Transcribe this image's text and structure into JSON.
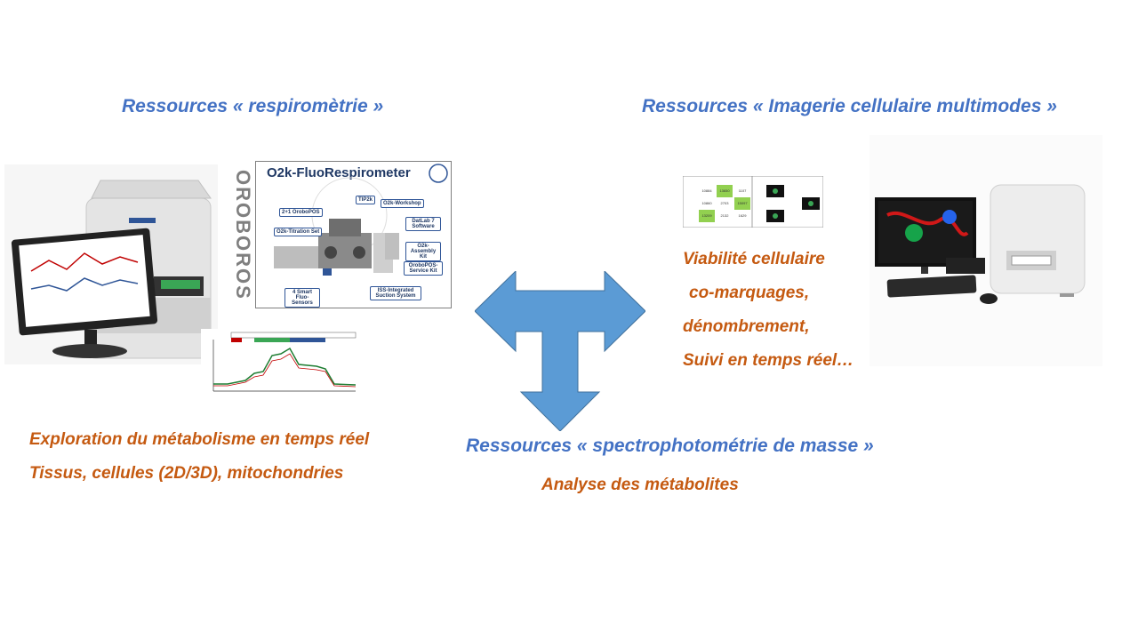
{
  "titles": {
    "respirometry": "Ressources « respiromètrie »",
    "imaging": "Ressources « Imagerie cellulaire multimodes »",
    "mass_spec": "Ressources « spectrophotométrie de masse »"
  },
  "respirometry_lines": [
    "Exploration du métabolisme en temps réel",
    "Tissus, cellules (2D/3D), mitochondries"
  ],
  "imaging_lines": [
    "Viabilité cellulaire",
    "co-marquages,",
    "dénombrement,",
    "Suivi en temps réel…"
  ],
  "mass_spec_lines": [
    "Analyse des métabolites"
  ],
  "o2k": {
    "brand": "OROBOROS",
    "title": "O2k-FluoRespirometer",
    "labels": {
      "tip2k": "TIP2k",
      "orobopos": "2+1 OroboPOS",
      "workshop": "O2k-Workshop",
      "titration": "O2k-Titration Set",
      "datlab": "DatLab 7 Software",
      "assembly": "O2k-Assembly Kit",
      "service": "OroboPOS-Service Kit",
      "sensors": "4 Smart Fluo-Sensors",
      "suction": "ISS-Integrated Suction System"
    }
  },
  "plate_values": {
    "a": [
      "10884",
      "13650",
      "1107"
    ],
    "b": [
      "10860",
      "2703",
      "15097"
    ],
    "c": [
      "13209",
      "2132",
      "1629"
    ]
  },
  "colors": {
    "title_blue": "#4472C4",
    "text_orange": "#C55A11",
    "arrow_blue": "#5B9BD5"
  }
}
